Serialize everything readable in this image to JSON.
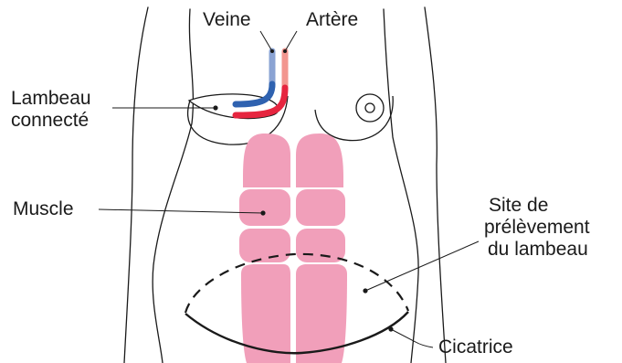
{
  "labels": {
    "veine": "Veine",
    "artere": "Artère",
    "lambeau_line1": "Lambeau",
    "lambeau_line2": "connecté",
    "muscle": "Muscle",
    "site_line1": "Site de",
    "site_line2": "prélèvement",
    "site_line3": "du lambeau",
    "cicatrice": "Cicatrice"
  },
  "colors": {
    "outline": "#1a1a1a",
    "muscle": "#f19fba",
    "vein": "#2f62b0",
    "vein_light": "#8aa3d3",
    "artery": "#e6253f",
    "artery_light": "#f2968f"
  }
}
